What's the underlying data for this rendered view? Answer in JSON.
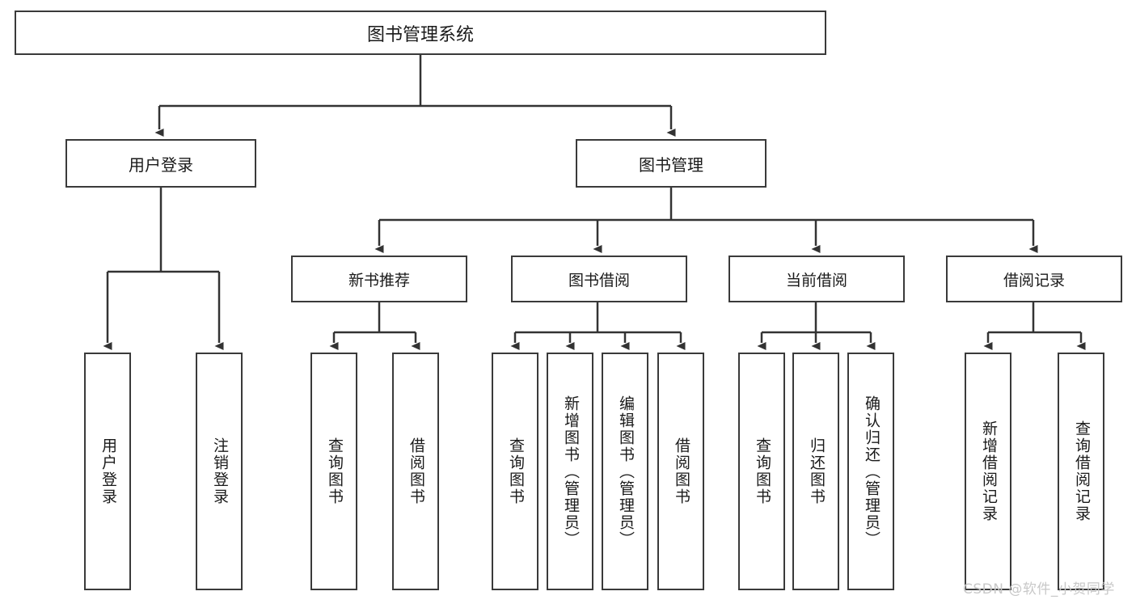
{
  "diagram": {
    "type": "hierarchy-tree",
    "title": "图书管理系统",
    "style": {
      "background": "#ffffff",
      "box_border": "#3a3a3a",
      "connector": "#333333",
      "text": "#1a1a1a",
      "watermark": "#c8c8c8"
    },
    "root": {
      "label": "图书管理系统"
    },
    "level2": [
      {
        "label": "用户登录"
      },
      {
        "label": "图书管理"
      }
    ],
    "level3": [
      {
        "label": "新书推荐"
      },
      {
        "label": "图书借阅"
      },
      {
        "label": "当前借阅"
      },
      {
        "label": "借阅记录"
      }
    ],
    "leaves": [
      {
        "label": "用户登录"
      },
      {
        "label": "注销登录"
      },
      {
        "label": "查询图书"
      },
      {
        "label": "借阅图书"
      },
      {
        "label": "查询图书"
      },
      {
        "label": "新增图书（管理员）"
      },
      {
        "label": "编辑图书（管理员）"
      },
      {
        "label": "借阅图书"
      },
      {
        "label": "查询图书"
      },
      {
        "label": "归还图书"
      },
      {
        "label": "确认归还（管理员）"
      },
      {
        "label": "新增借阅记录"
      },
      {
        "label": "查询借阅记录"
      }
    ]
  },
  "watermark": {
    "text": "CSDN @软件_小贺同学"
  }
}
